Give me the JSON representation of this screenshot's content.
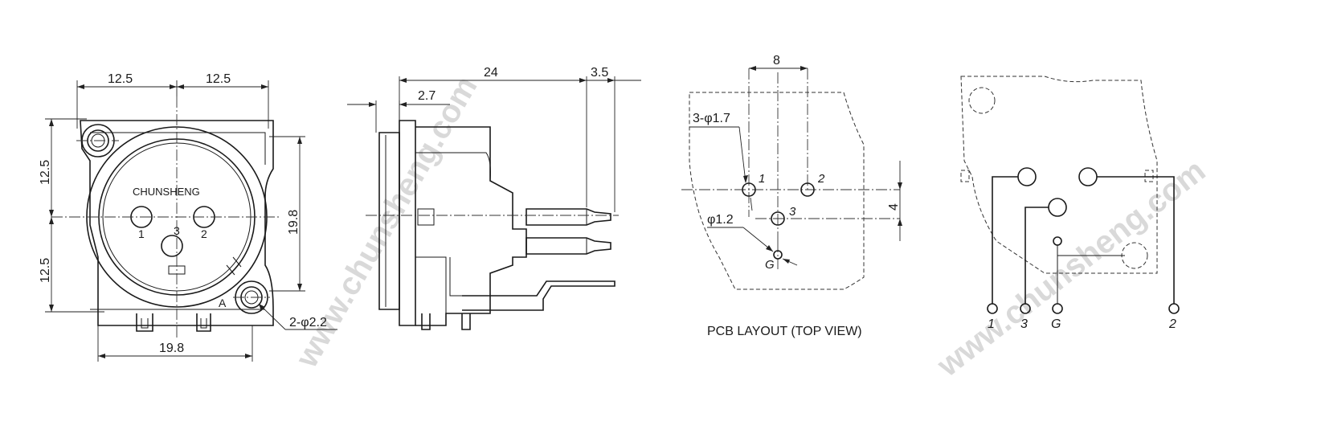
{
  "watermark": {
    "text": "www.chunsheng.com",
    "color": "#d9d9d9"
  },
  "front_view": {
    "brand": "CHUNSHENG",
    "pins": [
      "1",
      "2",
      "3"
    ],
    "latch_mark": "A",
    "dims": {
      "half_width_left": "12.5",
      "half_width_right": "12.5",
      "half_height_top": "12.5",
      "half_height_bottom": "12.5",
      "inner_height": "19.8",
      "inner_width": "19.8",
      "mount_holes": "2-φ2.2"
    }
  },
  "side_view": {
    "dims": {
      "flange": "2.7",
      "depth": "24",
      "pin_extension": "3.5"
    }
  },
  "pcb_layout": {
    "caption": "PCB LAYOUT (TOP VIEW)",
    "pins": [
      "1",
      "2",
      "3",
      "G"
    ],
    "dims": {
      "pin_spacing": "8",
      "pin_holes": "3-φ1.7",
      "ground_hole": "φ1.2",
      "vertical_offset": "4"
    }
  },
  "wiring_view": {
    "pins": [
      "1",
      "3",
      "G",
      "2"
    ]
  }
}
